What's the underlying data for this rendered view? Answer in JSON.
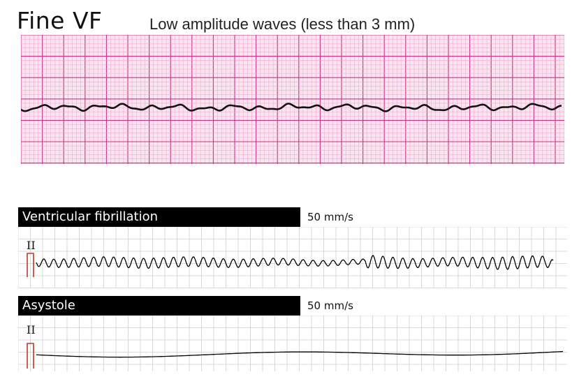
{
  "fine_vf": {
    "title": "Fine VF",
    "subtitle": "Low amplitude waves (less than 3 mm)",
    "grid_color": "#c8338a",
    "minor_grid_color": "#e7a6cb",
    "background": "#fbe3f0"
  },
  "strips": [
    {
      "label": "Ventricular fibrillation",
      "speed": "50 mm/s",
      "lead": "II"
    },
    {
      "label": "Asystole",
      "speed": "50 mm/s",
      "lead": "II"
    }
  ],
  "colors": {
    "trace": "#000000",
    "calibration": "#c0392b",
    "strip_grid": "#cfcfcf"
  }
}
